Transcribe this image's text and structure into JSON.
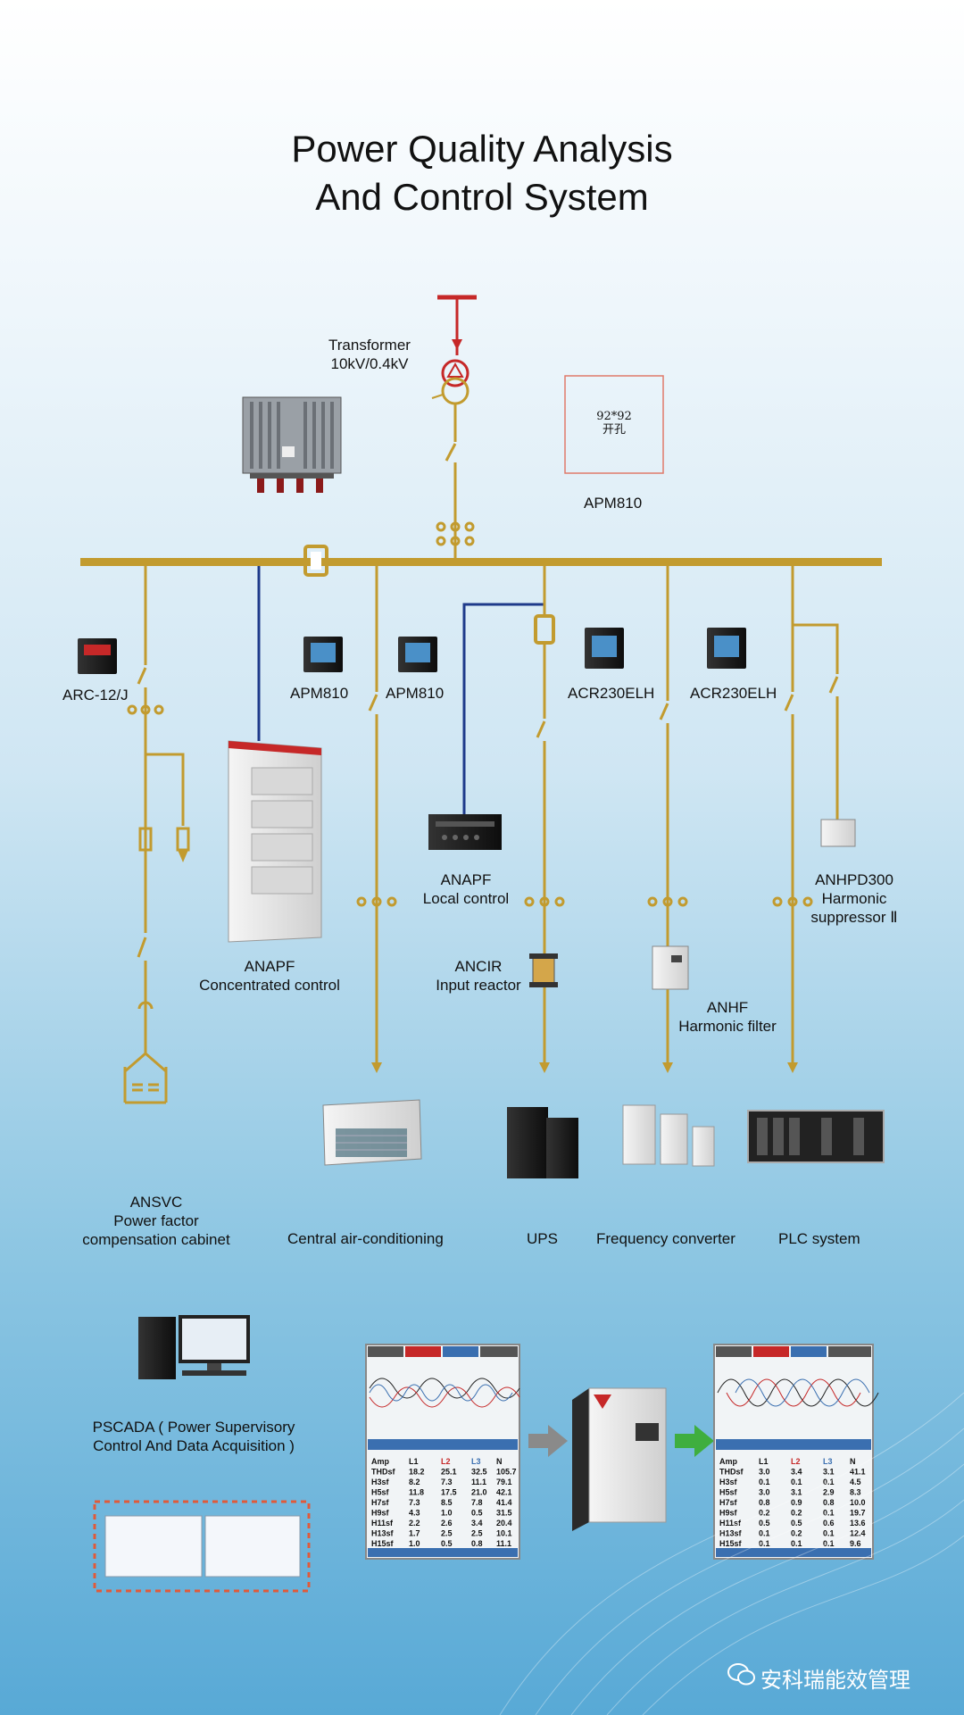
{
  "title": {
    "line1": "Power Quality Analysis",
    "line2": "And Control System"
  },
  "colors": {
    "bus": "#c29b2f",
    "blue_line": "#1e3a8a",
    "red": "#c62828",
    "ct": "#d9a73d"
  },
  "labels": {
    "transformer_1": "Transformer",
    "transformer_2": "10kV/0.4kV",
    "cutout_1": "92*92",
    "cutout_2": "开孔",
    "apm810_top": "APM810",
    "arc12j": "ARC-12/J",
    "apm810_a": "APM810",
    "apm810_b": "APM810",
    "acr230_a": "ACR230ELH",
    "acr230_b": "ACR230ELH",
    "anapf_local_1": "ANAPF",
    "anapf_local_2": "Local control",
    "anhpd_1": "ANHPD300",
    "anhpd_2": "Harmonic",
    "anhpd_3": "suppressor Ⅱ",
    "anapf_conc_1": "ANAPF",
    "anapf_conc_2": "Concentrated control",
    "ancir_1": "ANCIR",
    "ancir_2": "Input reactor",
    "anhf_1": "ANHF",
    "anhf_2": "Harmonic filter",
    "ansvc_1": "ANSVC",
    "ansvc_2": "Power factor",
    "ansvc_3": "compensation cabinet",
    "aircon": "Central air-conditioning",
    "ups": "UPS",
    "freq": "Frequency converter",
    "plc": "PLC system",
    "pscada_1": "PSCADA ( Power Supervisory",
    "pscada_2": "Control And Data Acquisition )"
  },
  "meters_before": {
    "rows": [
      {
        "name": "Amp",
        "l1": "L1",
        "l2": "L2",
        "l3": "L3",
        "n": "N"
      },
      {
        "name": "THDsf",
        "l1": "18.2",
        "l2": "25.1",
        "l3": "32.5",
        "n": "105.7"
      },
      {
        "name": "H3sf",
        "l1": "8.2",
        "l2": "7.3",
        "l3": "11.1",
        "n": "79.1"
      },
      {
        "name": "H5sf",
        "l1": "11.8",
        "l2": "17.5",
        "l3": "21.0",
        "n": "42.1"
      },
      {
        "name": "H7sf",
        "l1": "7.3",
        "l2": "8.5",
        "l3": "7.8",
        "n": "41.4"
      },
      {
        "name": "H9sf",
        "l1": "4.3",
        "l2": "1.0",
        "l3": "0.5",
        "n": "31.5"
      },
      {
        "name": "H11sf",
        "l1": "2.2",
        "l2": "2.6",
        "l3": "3.4",
        "n": "20.4"
      },
      {
        "name": "H13sf",
        "l1": "1.7",
        "l2": "2.5",
        "l3": "2.5",
        "n": "10.1"
      },
      {
        "name": "H15sf",
        "l1": "1.0",
        "l2": "0.5",
        "l3": "0.8",
        "n": "11.1"
      }
    ]
  },
  "meters_after": {
    "rows": [
      {
        "name": "Amp",
        "l1": "L1",
        "l2": "L2",
        "l3": "L3",
        "n": "N"
      },
      {
        "name": "THDsf",
        "l1": "3.0",
        "l2": "3.4",
        "l3": "3.1",
        "n": "41.1"
      },
      {
        "name": "H3sf",
        "l1": "0.1",
        "l2": "0.1",
        "l3": "0.1",
        "n": "4.5"
      },
      {
        "name": "H5sf",
        "l1": "3.0",
        "l2": "3.1",
        "l3": "2.9",
        "n": "8.3"
      },
      {
        "name": "H7sf",
        "l1": "0.8",
        "l2": "0.9",
        "l3": "0.8",
        "n": "10.0"
      },
      {
        "name": "H9sf",
        "l1": "0.2",
        "l2": "0.2",
        "l3": "0.1",
        "n": "19.7"
      },
      {
        "name": "H11sf",
        "l1": "0.5",
        "l2": "0.5",
        "l3": "0.6",
        "n": "13.6"
      },
      {
        "name": "H13sf",
        "l1": "0.1",
        "l2": "0.2",
        "l3": "0.1",
        "n": "12.4"
      },
      {
        "name": "H15sf",
        "l1": "0.1",
        "l2": "0.1",
        "l3": "0.1",
        "n": "9.6"
      }
    ]
  },
  "watermark": "安科瑞能效管理"
}
